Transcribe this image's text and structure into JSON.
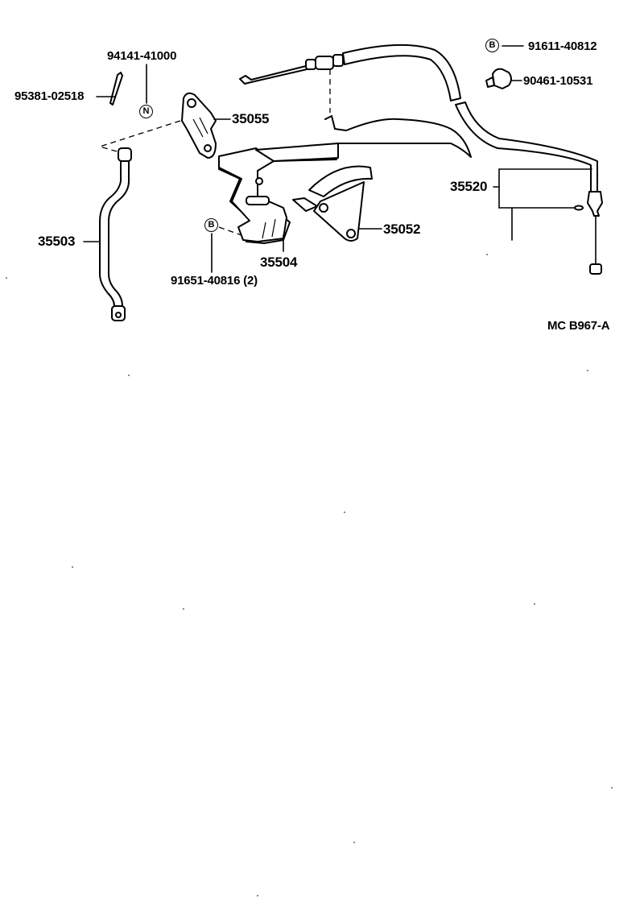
{
  "diagram": {
    "title_code": "MC  B967-A",
    "parts": [
      {
        "id": "94141-41000",
        "label": "94141-41000"
      },
      {
        "id": "95381-02518",
        "label": "95381-02518"
      },
      {
        "id": "35055",
        "label": "35055"
      },
      {
        "id": "35503",
        "label": "35503"
      },
      {
        "id": "91611-40812",
        "label": "91611-40812"
      },
      {
        "id": "90461-10531",
        "label": "90461-10531"
      },
      {
        "id": "35520",
        "label": "35520"
      },
      {
        "id": "35052",
        "label": "35052"
      },
      {
        "id": "35504",
        "label": "35504"
      },
      {
        "id": "91651-40816",
        "label": "91651-40816 (2)"
      }
    ],
    "symbols": {
      "nut_marker": "N",
      "bolt_marker": "B"
    }
  }
}
